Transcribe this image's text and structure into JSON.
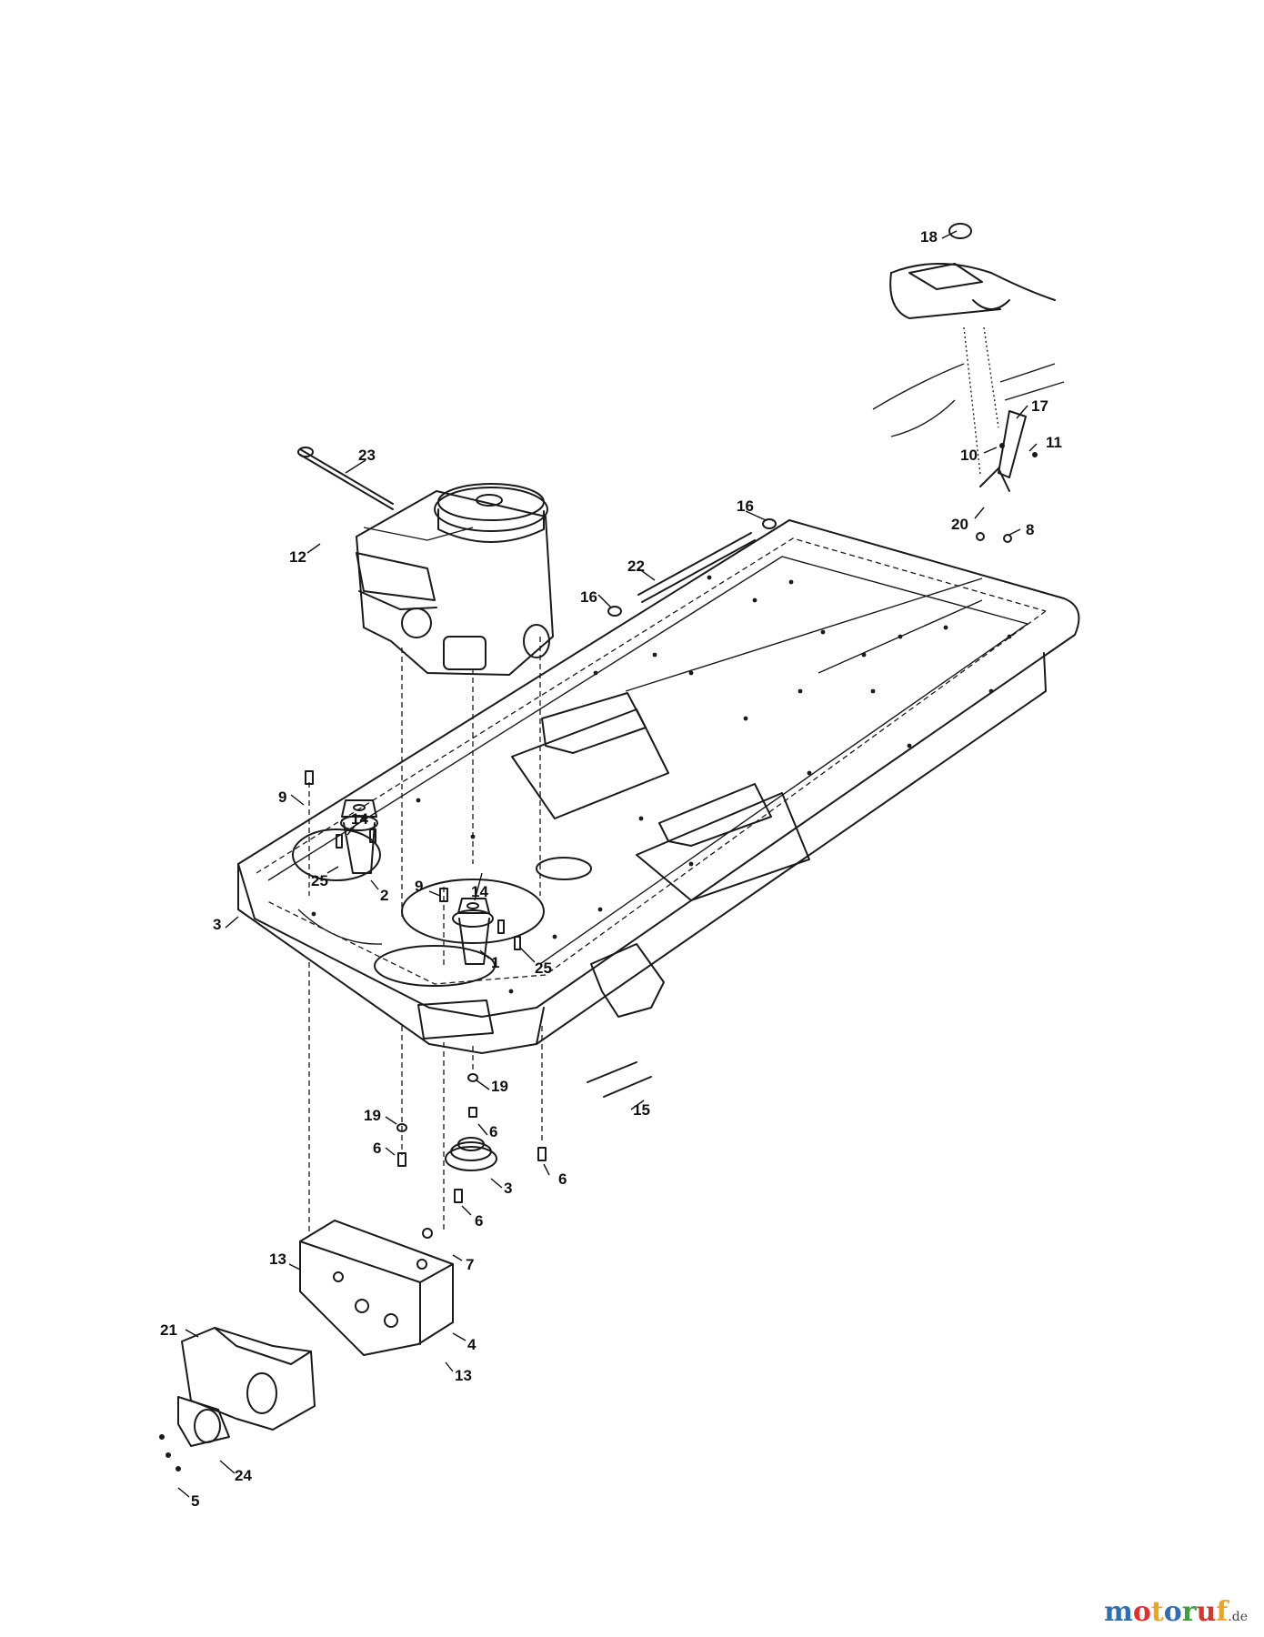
{
  "callouts": {
    "c18": "18",
    "c17": "17",
    "c11": "11",
    "c10": "10",
    "c20": "20",
    "c8": "8",
    "c23": "23",
    "c12": "12",
    "c16a": "16",
    "c22": "22",
    "c16b": "16",
    "c9a": "9",
    "c14a": "14",
    "c25a": "25",
    "c2": "2",
    "c3a": "3",
    "c9b": "9",
    "c14b": "14",
    "c1": "1",
    "c25b": "25",
    "c19a": "19",
    "c15": "15",
    "c19b": "19",
    "c6a": "6",
    "c6b": "6",
    "c3b": "3",
    "c6c": "6",
    "c6d": "6",
    "c13a": "13",
    "c7": "7",
    "c21": "21",
    "c4": "4",
    "c13b": "13",
    "c24": "24",
    "c5": "5"
  },
  "watermark": {
    "letters": [
      {
        "ch": "m",
        "color": "#2e6db4"
      },
      {
        "ch": "o",
        "color": "#e0302b"
      },
      {
        "ch": "t",
        "color": "#f2a31b"
      },
      {
        "ch": "o",
        "color": "#2e6db4"
      },
      {
        "ch": "r",
        "color": "#3aa040"
      },
      {
        "ch": "u",
        "color": "#e0302b"
      },
      {
        "ch": "f",
        "color": "#f2a31b"
      }
    ],
    "suffix": ".de"
  }
}
